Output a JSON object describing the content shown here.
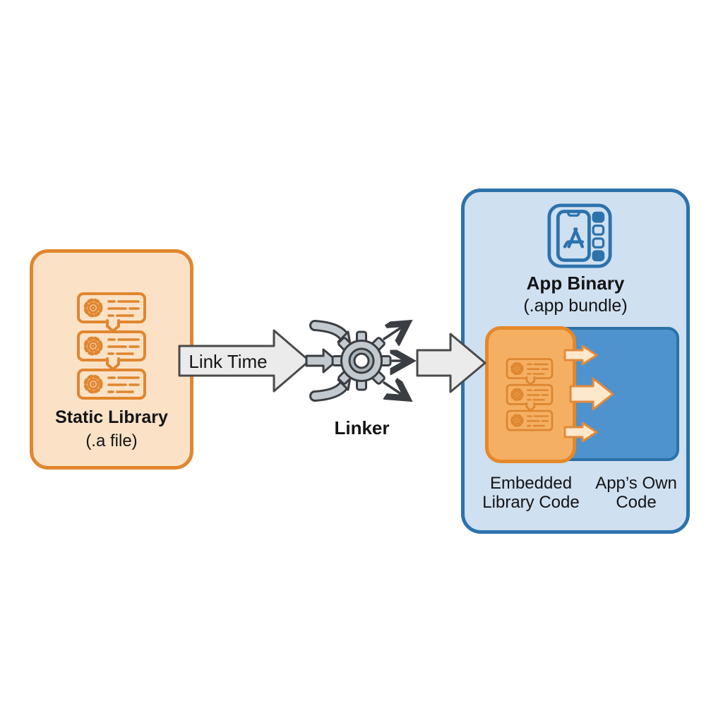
{
  "colors": {
    "orange_border": "#E0862F",
    "orange_fill": "#FBE2C7",
    "orange_inner_fill": "#F5AF63",
    "orange_inner_border": "#E5882B",
    "cream_arrow_fill": "#FDE8CC",
    "cream_arrow_stroke": "#E2893B",
    "blue_border": "#2C72AD",
    "blue_fill": "#CFE0F1",
    "blue_inner_fill": "#4E93CD",
    "blue_inner_border": "#2B72A8",
    "gray_arrow_fill": "#EBEBEB",
    "gray_arrow_stroke": "#4A4A4A",
    "gear_gray": "#C2C9CF",
    "text": "#141414"
  },
  "static_library": {
    "icon": "object-files-icon",
    "title": "Static Library",
    "subtitle": "(.a file)"
  },
  "link_time": {
    "label": "Link Time"
  },
  "linker": {
    "icon": "gear-icon",
    "label": "Linker"
  },
  "app_binary": {
    "icon": "app-store-phone-icon",
    "title": "App Binary",
    "subtitle": "(.app bundle)",
    "embedded_library": {
      "icon": "object-files-icon",
      "label": "Embedded\nLibrary Code"
    },
    "apps_own_code": {
      "label": "App’s Own\nCode"
    }
  }
}
